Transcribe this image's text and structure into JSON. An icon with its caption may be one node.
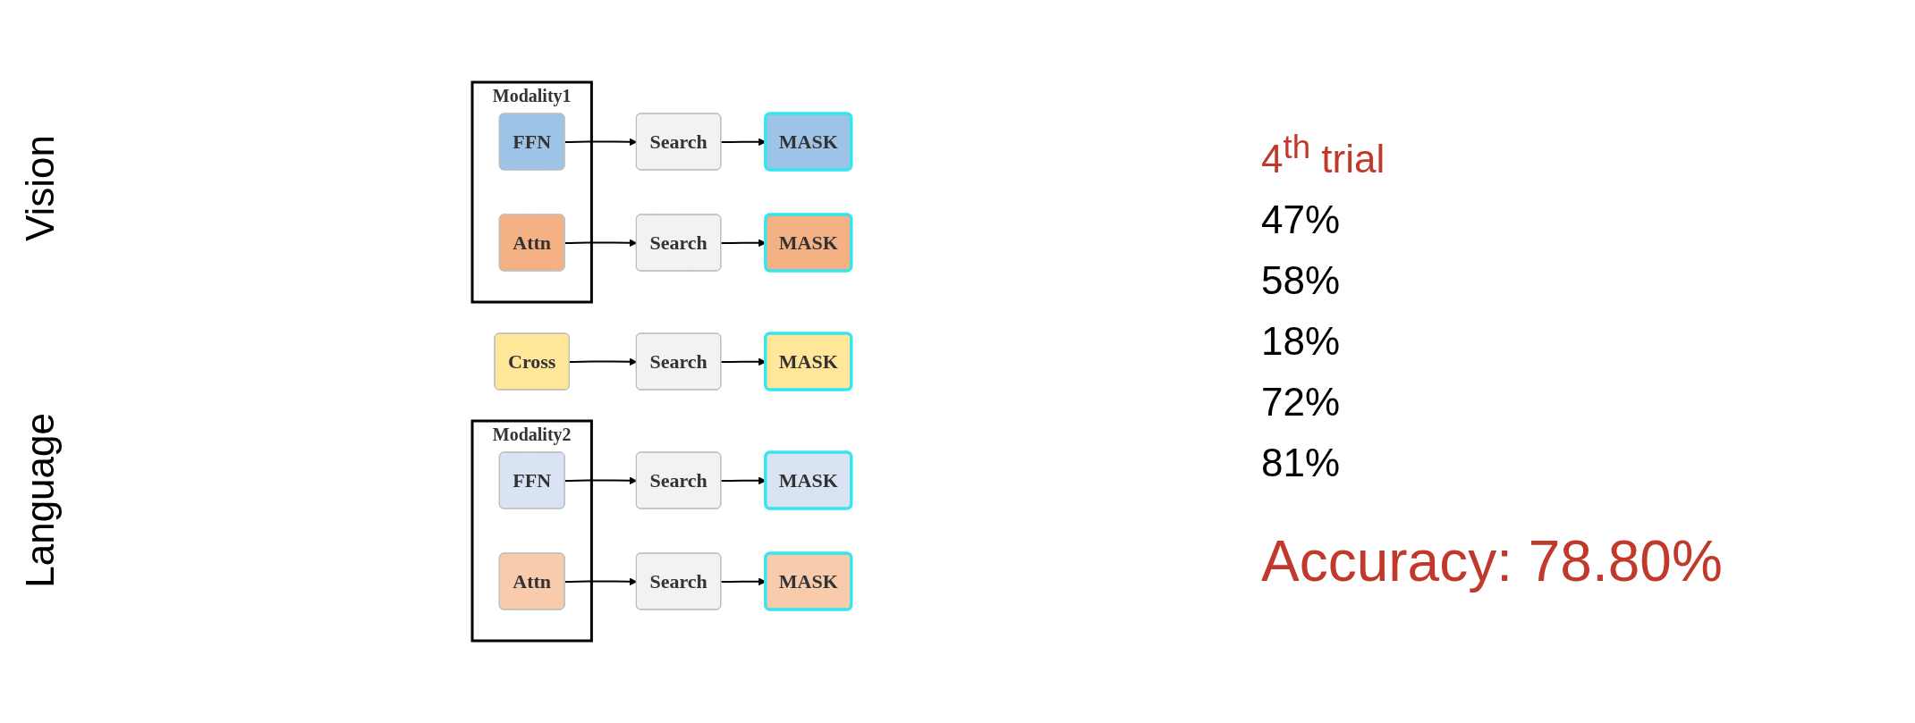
{
  "diagram": {
    "nodes": [
      {
        "text": [
          "Modality1"
        ]
      },
      {
        "text": [
          "FFN"
        ],
        "in": 0
      },
      {
        "text": [
          "Attn"
        ],
        "in": 0
      },
      {
        "text": [
          "Cross"
        ]
      },
      {
        "text": [
          "Modality2"
        ]
      },
      {
        "text": [
          "FFN"
        ],
        "in": 4
      },
      {
        "text": [
          "Attn"
        ],
        "in": 4
      },
      {
        "text": [
          "Search"
        ]
      },
      {
        "text": [
          "Search"
        ]
      },
      {
        "text": [
          "Search"
        ]
      },
      {
        "text": [
          "Search"
        ]
      },
      {
        "text": [
          "Search"
        ]
      },
      {
        "text": [
          "MASK"
        ]
      },
      {
        "text": [
          "MASK"
        ]
      },
      {
        "text": [
          "MASK"
        ]
      },
      {
        "text": [
          "MASK"
        ]
      },
      {
        "text": [
          "MASK"
        ]
      }
    ],
    "edges": [
      {
        "from": 1,
        "to": 7,
        "arrow": "to"
      },
      {
        "from": 7,
        "to": 12,
        "arrow": "to"
      },
      {
        "from": 2,
        "to": 8,
        "arrow": "to"
      },
      {
        "from": 8,
        "to": 13,
        "arrow": "to"
      },
      {
        "from": 3,
        "to": 9,
        "arrow": "to"
      },
      {
        "from": 9,
        "to": 14,
        "arrow": "to"
      },
      {
        "from": 5,
        "to": 10,
        "arrow": "to"
      },
      {
        "from": 10,
        "to": 15,
        "arrow": "to"
      },
      {
        "from": 6,
        "to": 11,
        "arrow": "to"
      },
      {
        "from": 11,
        "to": 16,
        "arrow": "to"
      }
    ],
    "labels": [
      "Vision",
      "Language",
      "4$^{th}$ trial",
      "47%",
      "58%",
      "18%",
      "72%",
      "81%",
      "Accuracy: 78.80%"
    ]
  }
}
